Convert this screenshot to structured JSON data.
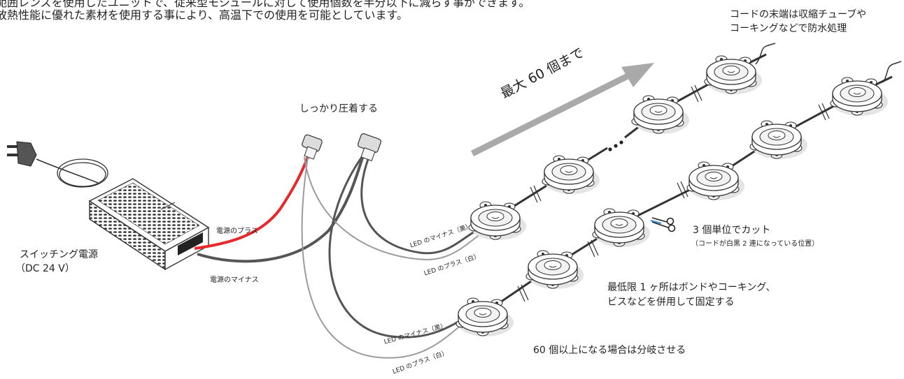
{
  "intro": {
    "line1": "範囲レンズを使用したユニットで、従来型モジュールに対して使用個数を半分以下に減らす事ができます。",
    "line2": "放熱性能に優れた素材を使用する事により、高温下での使用を可能としています。"
  },
  "labels": {
    "cord_end_1": "コードの末端は収縮チューブや",
    "cord_end_2": "コーキングなどで防水処理",
    "crimp": "しっかり圧着する",
    "max": "最大 60 個まで",
    "psu_1": "スイッチング電源",
    "psu_2": "（DC 24 V）",
    "power_plus": "電源のプラス",
    "power_minus": "電源のマイナス",
    "led_minus_black_1": "LED のマイナス（黒）",
    "led_plus_white_1": "LED のプラス（白）",
    "led_minus_black_2": "LED のマイナス（黒）",
    "led_plus_white_2": "LED のプラス（白）",
    "cut_1": "3 個単位でカット",
    "cut_2": "（コードが白黒 2 連になっている位置）",
    "fix_1": "最低限 1 ヶ所はボンドやコーキング、",
    "fix_2": "ビスなどを併用して固定する",
    "branch": "60 個以上になる場合は分岐させる"
  },
  "colors": {
    "red_wire": "#e8292b",
    "dark_wire": "#555555",
    "gray_wire": "#aaaaaa",
    "arrow": "#a9a9a9",
    "line": "#333333"
  },
  "icons": {
    "plug": "power-plug-icon",
    "scissors": "scissors-icon",
    "connector": "crimp-connector-icon",
    "led_module": "led-module-icon"
  }
}
